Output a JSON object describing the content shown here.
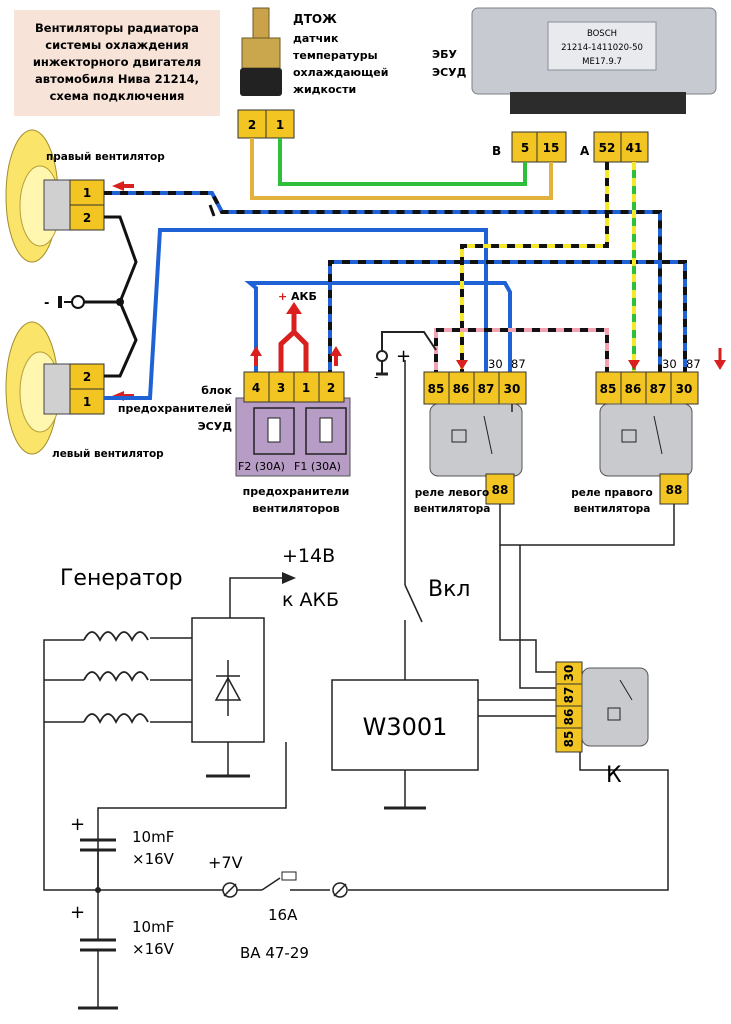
{
  "title_box": {
    "line1": "Вентиляторы радиатора",
    "line2": "системы охлаждения",
    "line3": "инжекторного двигателя",
    "line4": "автомобиля Нива 21214,",
    "line5": "схема подключения"
  },
  "sensor": {
    "title": "ДТОЖ",
    "line1": "датчик",
    "line2": "температуры",
    "line3": "охлаждающей",
    "line4": "жидкости",
    "pin_a": "2",
    "pin_b": "1"
  },
  "ecu": {
    "brand": "BOSCH",
    "part": "21214-1411020-50",
    "model": "ME17.9.7",
    "label1": "ЭБУ",
    "label2": "ЭСУД",
    "connector_b": "B",
    "connector_a": "A",
    "pins_b": [
      "5",
      "15"
    ],
    "pins_a": [
      "52",
      "41"
    ]
  },
  "fans": {
    "right_label": "правый вентилятор",
    "left_label": "левый вентилятор",
    "right_pins": [
      "1",
      "2"
    ],
    "left_pins": [
      "2",
      "1"
    ]
  },
  "fuse_block": {
    "label1": "блок",
    "label2": "предохранителей",
    "label3": "ЭСУД",
    "pins": [
      "4",
      "3",
      "1",
      "2"
    ],
    "f2": "F2 (30A)",
    "f1": "F1 (30A)",
    "caption1": "предохранители",
    "caption2": "вентиляторов",
    "battery": "АКБ"
  },
  "relays": {
    "pins": [
      "85",
      "86",
      "87",
      "30"
    ],
    "pin88": "88",
    "top_30": "30",
    "top_87": "87",
    "left_label1": "реле левого",
    "left_label2": "вентилятора",
    "right_label1": "реле правого",
    "right_label2": "вентилятора"
  },
  "generator": {
    "title": "Генератор",
    "voltage": "+14В",
    "to_battery": "к АКБ"
  },
  "switch_label": "Вкл",
  "controller": "W3001",
  "relay_k": {
    "label": "К",
    "pins": [
      "30",
      "87",
      "86",
      "85"
    ]
  },
  "capacitors": {
    "c1_value": "10mF",
    "c1_voltage": "×16V",
    "c2_value": "10mF",
    "c2_voltage": "×16V",
    "plus": "+"
  },
  "breaker": {
    "voltage": "+7V",
    "current": "16A",
    "model": "ВА 47-29"
  },
  "colors": {
    "blue": "#1f62d6",
    "black": "#111111",
    "yellow": "#f4e82a",
    "green": "#2fbf3a",
    "orange": "#e3b23c",
    "pink": "#f2a3b3",
    "red": "#d9201f",
    "connector": "#f2c522",
    "fuse_block": "#b79cc6",
    "title_bg": "#f8e3d8"
  }
}
